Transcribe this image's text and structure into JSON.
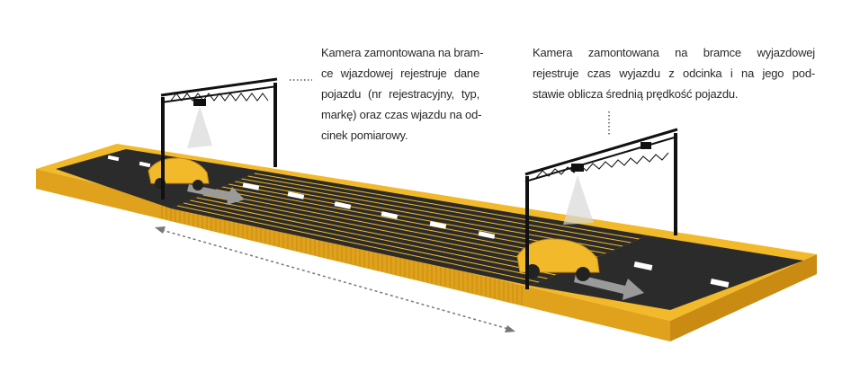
{
  "captions": {
    "entry_camera": {
      "lines": [
        "Kamera zamontowana na bram-",
        "ce wjazdowej rejestruje dane",
        "pojazdu (nr rejestracyjny, typ,",
        "markę) oraz czas wjazdu na od-",
        "cinek pomiarowy."
      ]
    },
    "exit_camera": {
      "lines": [
        "Kamera zamontowana na bramce wyjazdowej",
        "rejestruje czas wyjazdu z odcinka i na jego pod-",
        "stawie oblicza średnią prędkość pojazdu."
      ]
    }
  },
  "colors": {
    "road_yellow": "#f2b92a",
    "road_side": "#e0a21c",
    "asphalt": "#2b2b2b",
    "gantry": "#111111",
    "arrow": "#9a9a9a",
    "text": "#2a2a2a"
  }
}
